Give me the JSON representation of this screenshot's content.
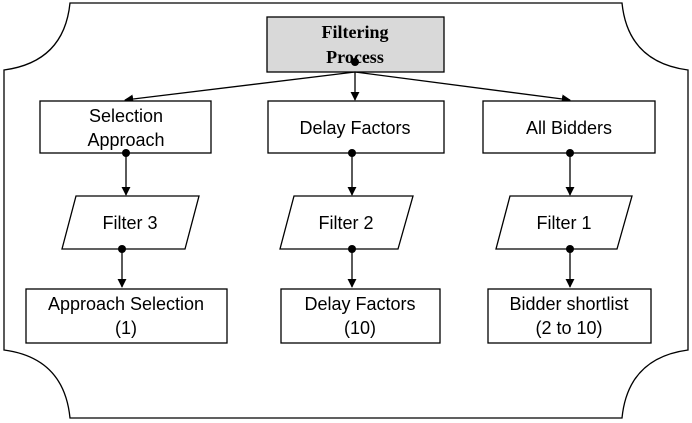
{
  "title": {
    "line1": "Filtering",
    "line2": "Process"
  },
  "columns": [
    {
      "source": {
        "line1": "Selection",
        "line2": "Approach"
      },
      "filter": "Filter 3",
      "result": {
        "line1": "Approach Selection",
        "line2": "(1)"
      }
    },
    {
      "source": {
        "line1": "Delay Factors"
      },
      "filter": "Filter 2",
      "result": {
        "line1": "Delay Factors",
        "line2": "(10)"
      }
    },
    {
      "source": {
        "line1": "All Bidders"
      },
      "filter": "Filter 1",
      "result": {
        "line1": "Bidder shortlist",
        "line2": "(2 to 10)"
      }
    }
  ]
}
